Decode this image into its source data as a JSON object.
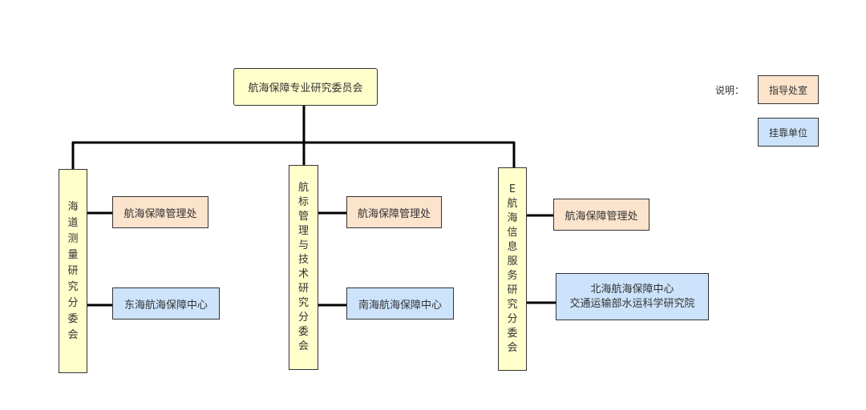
{
  "root": {
    "label": "航海保障专业研究委员会"
  },
  "committees": [
    {
      "chars": [
        "海",
        "道",
        "测",
        "量",
        "研",
        "究",
        "分",
        "委",
        "会"
      ],
      "guide": "航海保障管理处",
      "host": [
        "东海航海保障中心"
      ]
    },
    {
      "chars": [
        "航",
        "标",
        "管",
        "理",
        "与",
        "技",
        "术",
        "研",
        "究",
        "分",
        "委",
        "会"
      ],
      "guide": "航海保障管理处",
      "host": [
        "南海航海保障中心"
      ]
    },
    {
      "chars": [
        "E",
        "航",
        "海",
        "信",
        "息",
        "服",
        "务",
        "研",
        "究",
        "分",
        "委",
        "会"
      ],
      "guide": "航海保障管理处",
      "host": [
        "北海航海保障中心",
        "交通运输部水运科学研究院"
      ]
    }
  ],
  "legend": {
    "label": "说明：",
    "guide": "指导处室",
    "host": "挂靠单位"
  },
  "colors": {
    "root_fill": "#ffffcc",
    "guide_fill": "#fbe3cc",
    "host_fill": "#cce3fb",
    "line": "#000000"
  }
}
